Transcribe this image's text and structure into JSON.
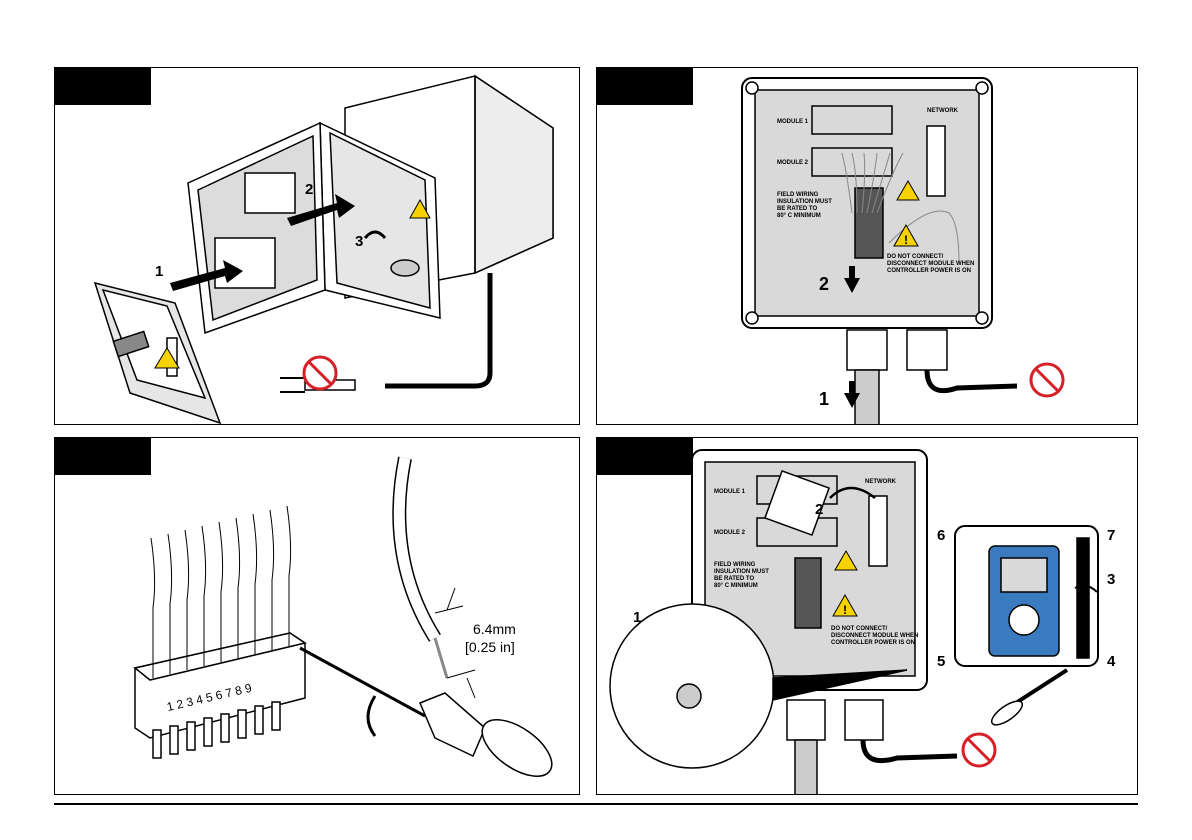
{
  "panels": {
    "p1": {
      "callouts": {
        "c1": "1",
        "c2": "2",
        "c3": "3"
      }
    },
    "p2": {
      "module1": "MODULE 1",
      "module2": "MODULE 2",
      "network": "NETWORK",
      "field_wiring": [
        "FIELD WIRING",
        "INSULATION MUST",
        "BE RATED TO",
        "80° C MINIMUM"
      ],
      "warning": [
        "DO NOT CONNECT/",
        "DISCONNECT MODULE WHEN",
        "CONTROLLER POWER IS ON"
      ],
      "callouts": {
        "c1": "1",
        "c2": "2"
      }
    },
    "p3": {
      "strip_metric": "6.4mm",
      "strip_imperial": "[0.25 in]",
      "terminal_numbers": "1 2 3 4 5 6 7 8 9"
    },
    "p4": {
      "module1": "MODULE 1",
      "module2": "MODULE 2",
      "network": "NETWORK",
      "field_wiring": [
        "FIELD WIRING",
        "INSULATION MUST",
        "BE RATED TO",
        "80° C MINIMUM"
      ],
      "warning": [
        "DO NOT CONNECT/",
        "DISCONNECT MODULE WHEN",
        "CONTROLLER POWER IS ON"
      ],
      "callouts": {
        "c1": "1",
        "c2": "2",
        "c3": "3",
        "c4": "4",
        "c5": "5",
        "c6": "6",
        "c7": "7"
      }
    }
  },
  "icons": [
    "no-power-plug-icon",
    "high-voltage-warning-icon",
    "caution-warning-icon",
    "rotate-arrow-icon",
    "push-arrow-icon"
  ],
  "colors": {
    "prohibit": "#d62027",
    "warning_yellow": "#f6d200",
    "display_blue": "#3a7bbf",
    "panel_gray": "#d9d9d9"
  }
}
